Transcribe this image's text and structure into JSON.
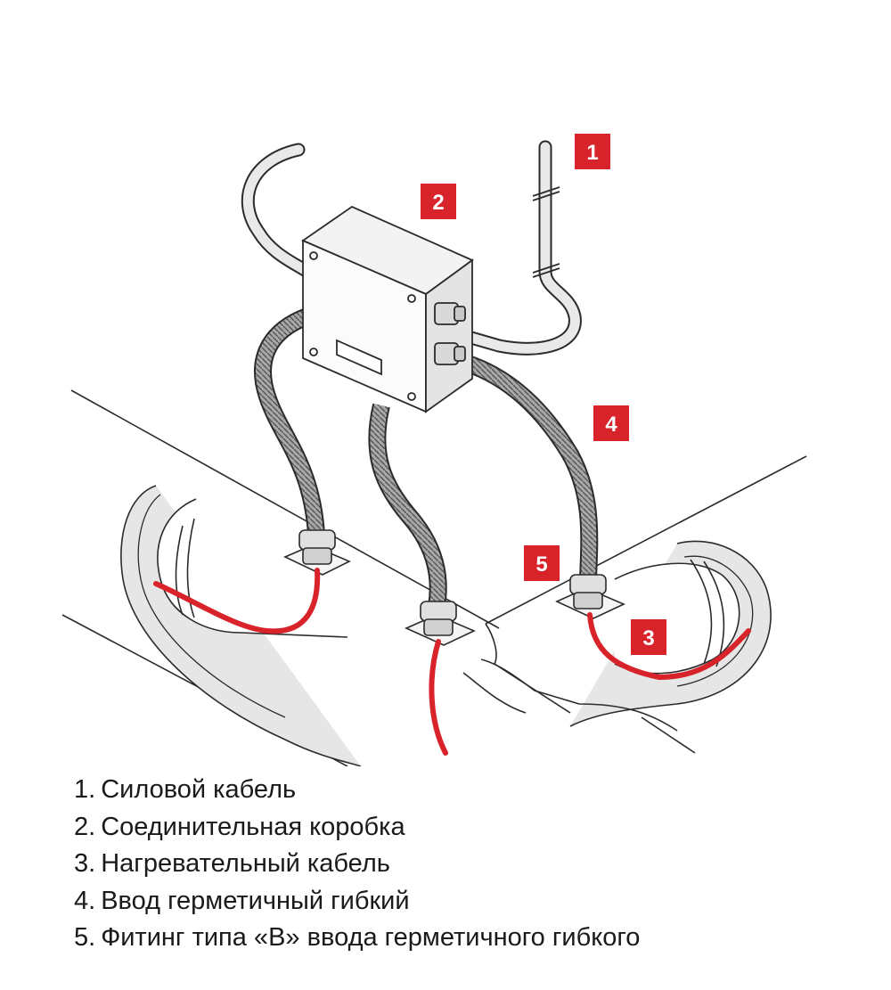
{
  "colors": {
    "accent": "#d8232a",
    "stroke": "#2b2b2b",
    "insulation": "#e9e9e9",
    "conduit": "#9a9a9a",
    "box": "#f7f7f7"
  },
  "callouts": [
    {
      "num": "1"
    },
    {
      "num": "2"
    },
    {
      "num": "3"
    },
    {
      "num": "4"
    },
    {
      "num": "5"
    }
  ],
  "legend": [
    {
      "num": "1.",
      "text": "Силовой кабель"
    },
    {
      "num": "2.",
      "text": "Соединительная коробка"
    },
    {
      "num": "3.",
      "text": "Нагревательный кабель"
    },
    {
      "num": "4.",
      "text": "Ввод герметичный гибкий"
    },
    {
      "num": "5.",
      "text": "Фитинг типа «В» ввода герметичного гибкого"
    }
  ]
}
